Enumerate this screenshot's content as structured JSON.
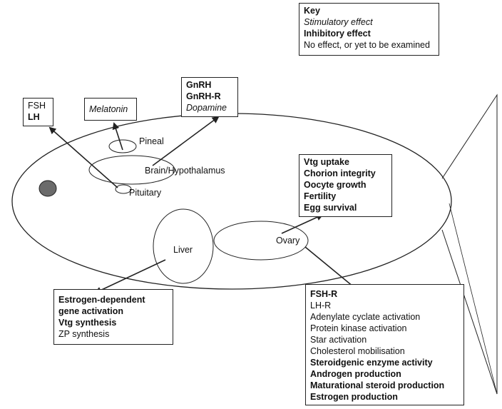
{
  "key": {
    "title": "Key",
    "stimulatory": "Stimulatory effect",
    "inhibitory": "Inhibitory effect",
    "no_effect": "No effect, or yet to be examined"
  },
  "organs": {
    "pineal": "Pineal",
    "brain": "Brain/Hypothalamus",
    "pituitary": "Pituitary",
    "liver": "Liver",
    "ovary": "Ovary"
  },
  "boxes": {
    "pituitary_box": [
      {
        "text": "FSH",
        "effect": "none"
      },
      {
        "text": "LH",
        "effect": "inhibitory"
      }
    ],
    "pineal_box": [
      {
        "text": "Melatonin",
        "effect": "stimulatory"
      }
    ],
    "brain_box": [
      {
        "text": "GnRH",
        "effect": "inhibitory"
      },
      {
        "text": "GnRH-R",
        "effect": "inhibitory"
      },
      {
        "text": "Dopamine",
        "effect": "stimulatory"
      }
    ],
    "ovary_top_box": [
      {
        "text": "Vtg uptake",
        "effect": "inhibitory"
      },
      {
        "text": "Chorion integrity",
        "effect": "inhibitory"
      },
      {
        "text": "Oocyte growth",
        "effect": "inhibitory"
      },
      {
        "text": "Fertility",
        "effect": "inhibitory"
      },
      {
        "text": "Egg survival",
        "effect": "inhibitory"
      }
    ],
    "liver_box": [
      {
        "text": "Estrogen-dependent",
        "effect": "inhibitory"
      },
      {
        "text": "gene activation",
        "effect": "inhibitory"
      },
      {
        "text": "Vtg synthesis",
        "effect": "inhibitory"
      },
      {
        "text": "ZP synthesis",
        "effect": "none"
      }
    ],
    "ovary_bottom_box": [
      {
        "text": "FSH-R",
        "effect": "inhibitory"
      },
      {
        "text": "LH-R",
        "effect": "none"
      },
      {
        "text": "Adenylate cyclate activation",
        "effect": "none"
      },
      {
        "text": "Protein kinase activation",
        "effect": "none"
      },
      {
        "text": "Star activation",
        "effect": "none"
      },
      {
        "text": "Cholesterol mobilisation",
        "effect": "none"
      },
      {
        "text": "Steroidgenic enzyme activity",
        "effect": "inhibitory"
      },
      {
        "text": "Androgen production",
        "effect": "inhibitory"
      },
      {
        "text": "Maturational steroid production",
        "effect": "inhibitory"
      },
      {
        "text": "Estrogen production",
        "effect": "inhibitory"
      }
    ]
  },
  "colors": {
    "line": "#222222",
    "eye": "#6b6b6b"
  }
}
